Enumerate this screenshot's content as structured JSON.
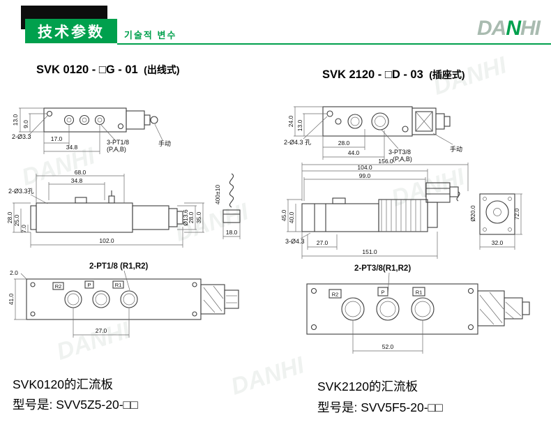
{
  "header": {
    "badge": "技术参数",
    "subtitle_kr": "기술적 변수",
    "logo": {
      "part1": "DA",
      "part2": "N",
      "part3": "HI"
    },
    "accent_green": "#00a04d"
  },
  "watermark": "DANHI",
  "left": {
    "title": "SVK 0120 - □G - 01",
    "type_label": "(出线式)",
    "top_view": {
      "dim_h1": "13.0",
      "dim_h2": "9.0",
      "hole_callout": "2-Ø3.3",
      "dim_w1": "17.0",
      "dim_w2": "34.8",
      "port_callout": "3-PT1/8",
      "port_sub": "(P,A,B)",
      "manual_label": "手动"
    },
    "side_view": {
      "dim_top1": "68.0",
      "dim_top2": "34.8",
      "hole_callout": "2-Ø3.3孔",
      "dim_left1": "28.0",
      "dim_left2": "25.0",
      "dim_left3": "7.0",
      "dim_bottom": "102.0",
      "dia_label": "Ø13.6",
      "dim_right1": "28.0",
      "dim_right2": "35.0",
      "wire_length": "400±10",
      "wire_width": "18.0"
    },
    "manifold_view": {
      "callout": "2-PT1/8 (R1,R2)",
      "dim_corner": "2.0",
      "dim_left": "41.0",
      "dim_bottom": "27.0",
      "port1": "R2",
      "port2": "P",
      "port3": "R1"
    },
    "caption_line1": "SVK0120的汇流板",
    "caption_line2": "型号是: SVV5Z5-20-□□"
  },
  "right": {
    "title": "SVK 2120 - □D - 03",
    "type_label": "(插座式)",
    "top_view": {
      "dim_h1": "24.0",
      "dim_h2": "13.0",
      "hole_callout": "2-Ø4.3 孔",
      "dim_w1": "28.0",
      "dim_w2": "44.0",
      "port_callout": "3-PT3/8",
      "port_sub": "(P,A,B)",
      "manual_label": "手动"
    },
    "side_view": {
      "dim_top1": "156.0",
      "dim_top2": "104.0",
      "dim_top3": "99.0",
      "dim_left1": "45.0",
      "dim_left2": "40.0",
      "hole_callout": "3-Ø4.3",
      "dim_bottom1": "27.0",
      "dim_bottom2": "151.0",
      "dia_label": "Ø20.0",
      "dim_end_height": "72.0",
      "dim_end_width": "32.0"
    },
    "manifold_view": {
      "callout": "2-PT3/8(R1,R2)",
      "dim_bottom": "52.0",
      "port1": "R2",
      "port2": "P",
      "port3": "R1"
    },
    "caption_line1": "SVK2120的汇流板",
    "caption_line2": "型号是: SVV5F5-20-□□"
  }
}
